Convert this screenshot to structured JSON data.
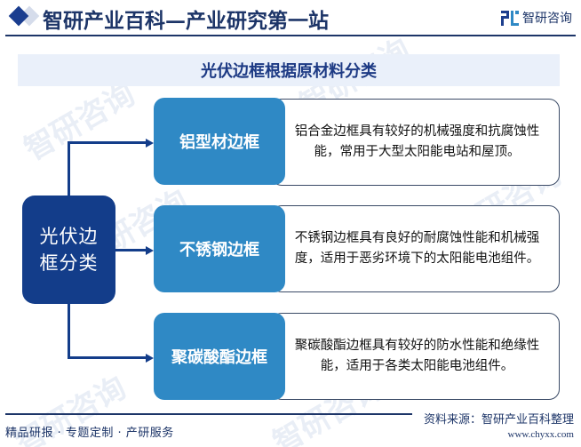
{
  "header": {
    "title": "智研产业百科—产业研究第一站",
    "logo_text": "智研咨询"
  },
  "banner": {
    "title": "光伏边框根据原材料分类"
  },
  "diagram": {
    "root": {
      "label": "光伏边框分类"
    },
    "categories": [
      {
        "label": "铝型材边框",
        "description": "铝合金边框具有较好的机械强度和抗腐蚀性能，常用于大型太阳能电站和屋顶。"
      },
      {
        "label": "不锈钢边框",
        "description": "不锈钢边框具有良好的耐腐蚀性能和机械强度，适用于恶劣环境下的太阳能电池组件。"
      },
      {
        "label": "聚碳酸酯边框",
        "description": "聚碳酸酯边框具有较好的防水性能和绝缘性能，适用于各类太阳能电池组件。"
      }
    ],
    "colors": {
      "root": "#133d8a",
      "category": "#2f89c5",
      "connector": "#133d8a",
      "banner_bg": "#eaf0fa"
    }
  },
  "footer": {
    "tagline": "精品研报 · 专题定制 · 产研服务",
    "source": "资料来源：智研产业百科整理",
    "url": "www.chyxx.com"
  },
  "watermark": {
    "text": "智研咨询"
  }
}
